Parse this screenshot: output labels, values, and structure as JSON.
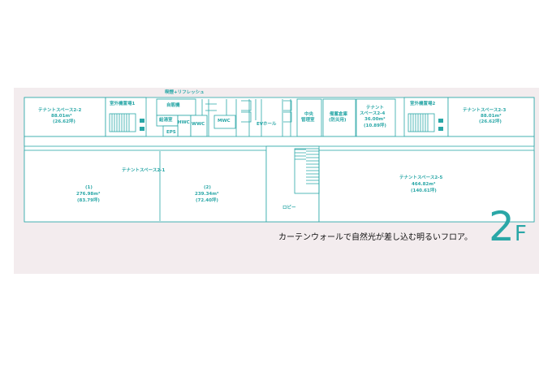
{
  "floor_plan": {
    "top_label": "喫煙+リフレッシュ",
    "caption": "カーテンウォールで自然光が差し込む明るいフロア。",
    "floor": {
      "number": "2",
      "suffix": "F"
    },
    "colors": {
      "line": "#2aa7a7",
      "background": "#f3ecee",
      "fill": "#ffffff"
    },
    "rooms": {
      "space_2_2": {
        "name": "テナントスペース2-2",
        "area": "88.01m²",
        "tsubo": "(26.62坪)"
      },
      "outdoor_1": {
        "name": "室外機置場1"
      },
      "vending": {
        "name": "自販機"
      },
      "kitchen": {
        "name": "給湯室"
      },
      "hwc": {
        "name": "HWC"
      },
      "wwc": {
        "name": "WWC"
      },
      "eps": {
        "name": "EPS"
      },
      "mwc": {
        "name": "MWC"
      },
      "ev_hall": {
        "name": "EVホール"
      },
      "central_control": {
        "name": "中央",
        "name2": "管理室"
      },
      "disaster_storage": {
        "name": "備蓄倉庫",
        "name2": "(防災用)"
      },
      "space_2_4": {
        "name": "テナント",
        "name2": "スペース2-4",
        "area": "36.00m²",
        "tsubo": "(10.89坪)"
      },
      "outdoor_2": {
        "name": "室外機置場2"
      },
      "space_2_3": {
        "name": "テナントスペース2-3",
        "area": "88.01m²",
        "tsubo": "(26.62坪)"
      },
      "space_2_1": {
        "name": "テナントスペース2-1",
        "part1": {
          "label": "(1)",
          "area": "276.98m²",
          "tsubo": "(83.79坪)"
        },
        "part2": {
          "label": "(2)",
          "area": "239.34m²",
          "tsubo": "(72.40坪)"
        }
      },
      "lobby": {
        "name": "ロビー"
      },
      "space_2_5": {
        "name": "テナントスペース2-5",
        "area": "464.82m²",
        "tsubo": "(140.61坪)"
      }
    }
  }
}
